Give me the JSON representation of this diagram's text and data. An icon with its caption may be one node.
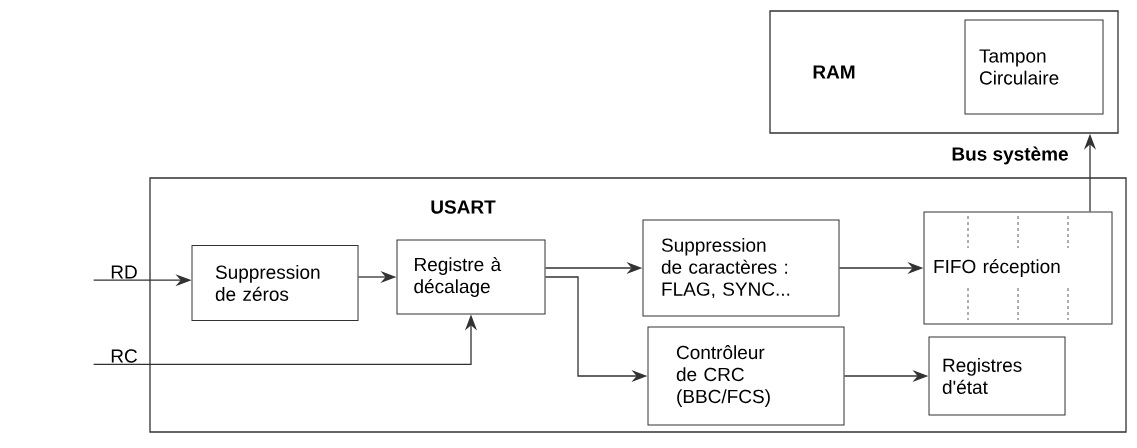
{
  "diagram": {
    "nodes": [
      {
        "text": [
          "RAM"
        ]
      },
      {
        "text": [
          "Tampon Circulaire"
        ],
        "in": 0
      },
      {
        "text": [
          "USART"
        ]
      },
      {
        "text": [
          "RD"
        ]
      },
      {
        "text": [
          "RC"
        ]
      },
      {
        "text": [
          "Suppression de zéros"
        ],
        "in": 2
      },
      {
        "text": [
          "Registre à décalage"
        ],
        "in": 2
      },
      {
        "text": [
          "Suppression de caractères : FLAG, SYNC..."
        ],
        "in": 2
      },
      {
        "text": [
          "Contrôleur de CRC (BBC/FCS)"
        ],
        "in": 2
      },
      {
        "text": [
          "FIFO réception"
        ],
        "in": 2
      },
      {
        "text": [
          "Registres d'état"
        ],
        "in": 2
      }
    ],
    "edges": [
      {
        "from": 3,
        "to": 5,
        "arrow": "to"
      },
      {
        "from": 5,
        "to": 6,
        "arrow": "to"
      },
      {
        "from": 4,
        "to": 6,
        "arrow": "to"
      },
      {
        "from": 6,
        "to": 7,
        "arrow": "to"
      },
      {
        "from": 6,
        "to": 8,
        "arrow": "to"
      },
      {
        "from": 7,
        "to": 9,
        "arrow": "to"
      },
      {
        "from": 8,
        "to": 10,
        "arrow": "to"
      },
      {
        "from": 9,
        "to": 0,
        "arrow": "to",
        "label": "Bus système"
      }
    ]
  }
}
